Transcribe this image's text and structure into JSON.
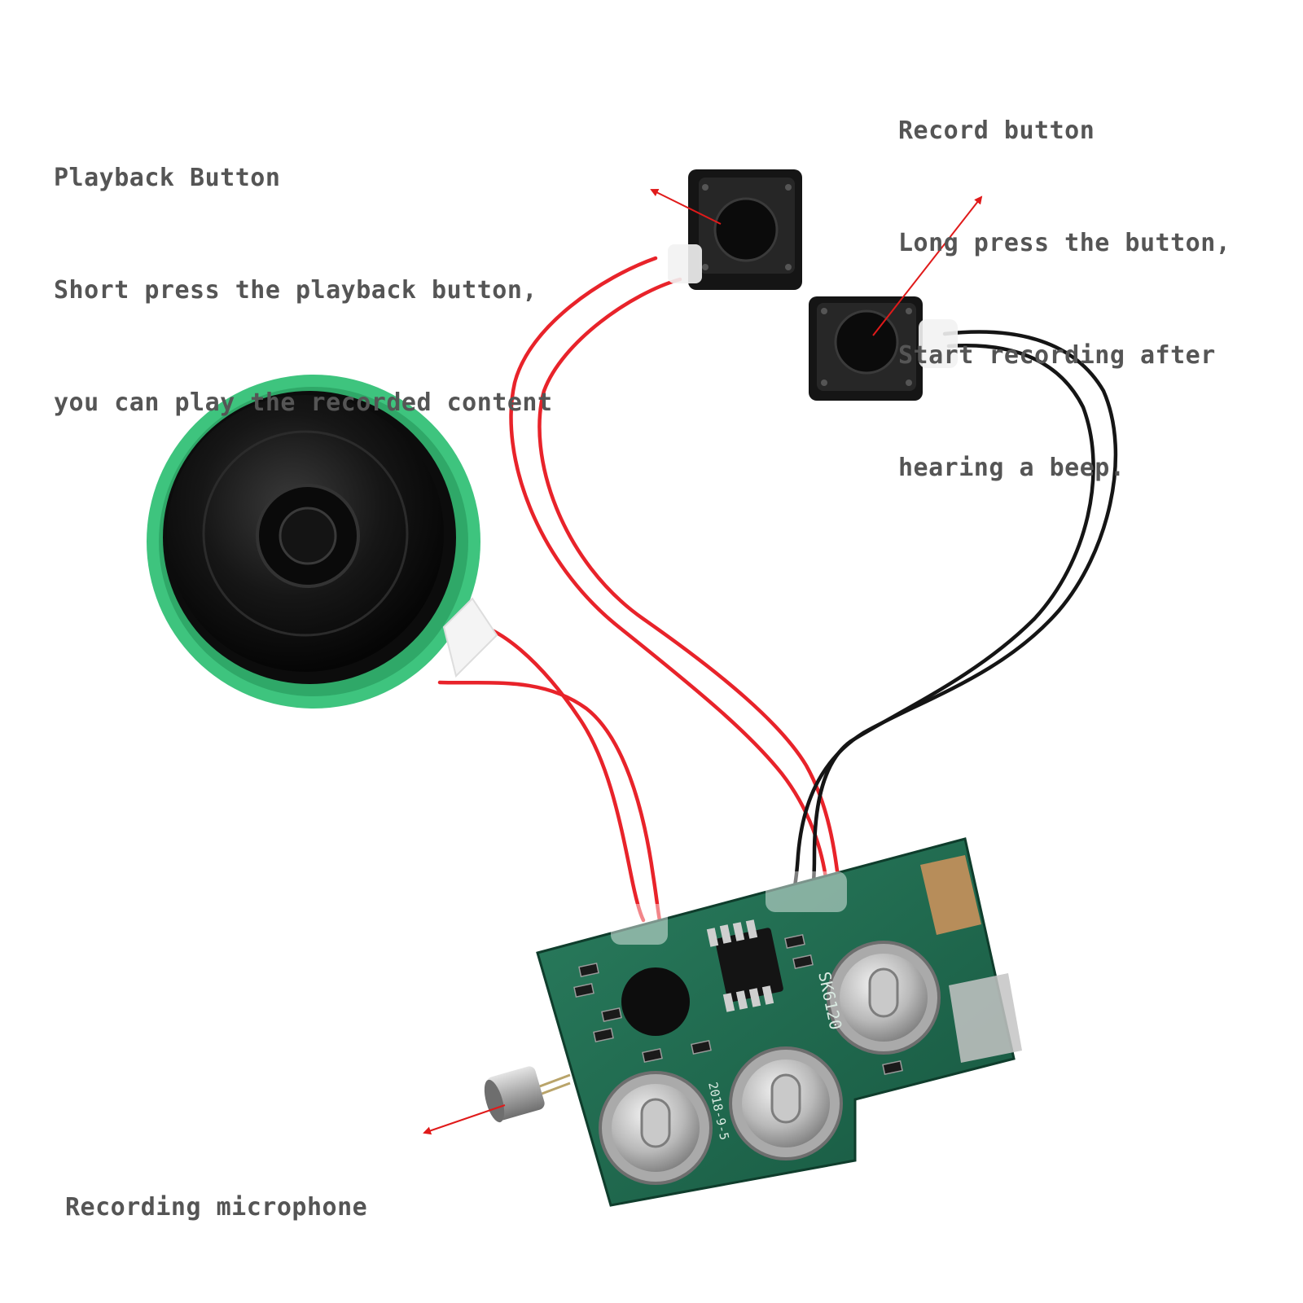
{
  "annotations": {
    "playback": {
      "title": "Playback Button",
      "line1": "Short press the playback button,",
      "line2": "you can play the recorded content"
    },
    "record": {
      "title": "Record button",
      "line1": "Long press the button,",
      "line2": "Start recording after",
      "line3": "hearing a beep."
    },
    "microphone": {
      "title": "Recording microphone"
    }
  },
  "pcb": {
    "chip_label": "SK6120",
    "date_mark": "2018-9-5"
  },
  "colors": {
    "annotation_text": "#555555",
    "arrow": "#e01a1a",
    "pcb_green": "#1f6b4e",
    "wire_red": "#e8232a",
    "wire_black": "#151515",
    "speaker_rim": "#3ec47e"
  }
}
